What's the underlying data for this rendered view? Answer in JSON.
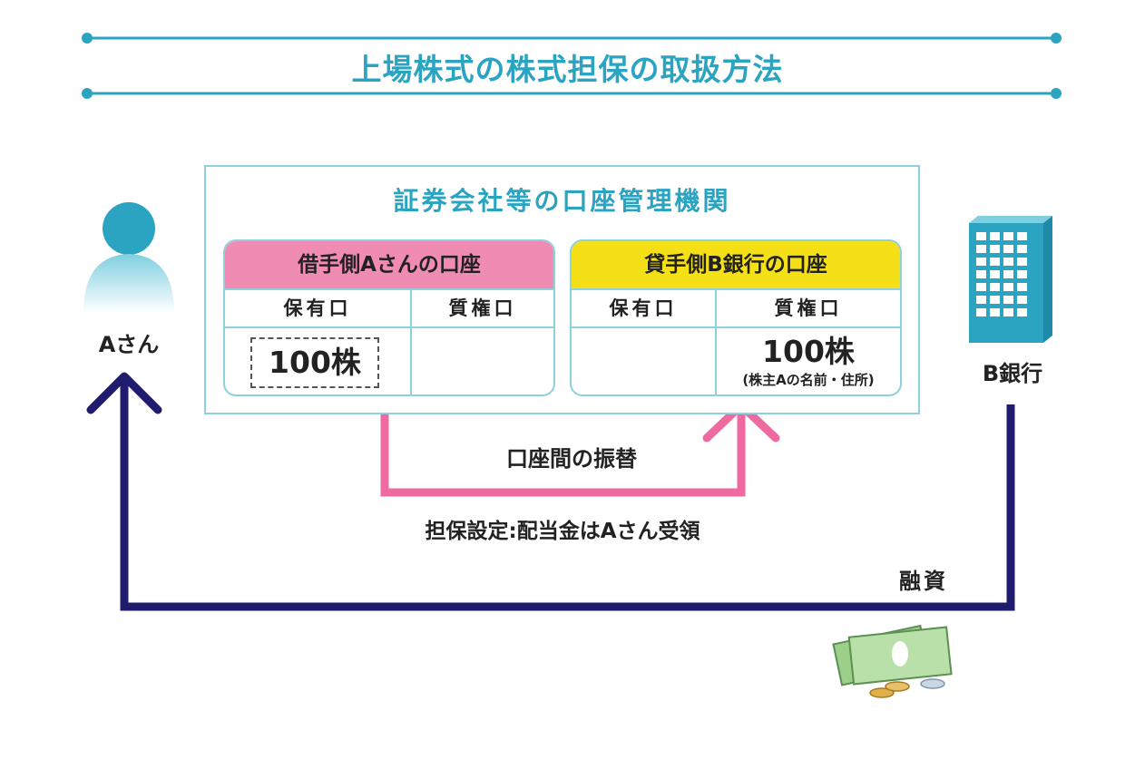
{
  "title": "上場株式の株式担保の取扱方法",
  "institution": {
    "title": "証券会社等の口座管理機関",
    "borrower_account": {
      "header": "借手側Aさんの口座",
      "col_holding": "保有口",
      "col_pledge": "質権口",
      "holding_value": "100株",
      "pledge_value": ""
    },
    "lender_account": {
      "header": "貸手側B銀行の口座",
      "col_holding": "保有口",
      "col_pledge": "質権口",
      "holding_value": "",
      "pledge_value": "100株",
      "pledge_note": "(株主Aの名前・住所)"
    }
  },
  "person_a": {
    "label": "Aさん",
    "icon": "person-icon"
  },
  "bank_b": {
    "label": "B銀行",
    "icon": "building-icon"
  },
  "transfer_label": "口座間の振替",
  "collateral_note": "担保設定:配当金はAさん受領",
  "loan_label": "融資",
  "money_icon": "cash-icon",
  "colors": {
    "accent": "#2aa4c1",
    "borrower": "#f08bb3",
    "lender": "#f5df17",
    "transfer_arrow": "#ef6aa0",
    "loan_arrow": "#1f1b6e"
  }
}
